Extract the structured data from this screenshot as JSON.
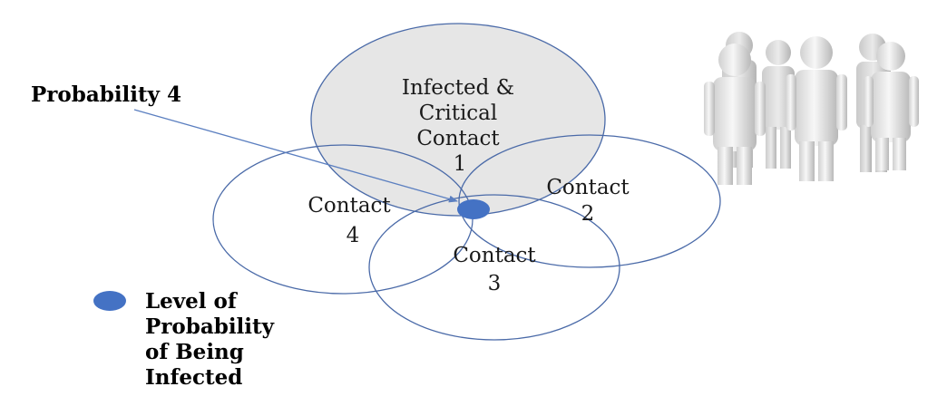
{
  "colors": {
    "circle_stroke": "#4a6aa8",
    "critical_fill": "#e6e6e6",
    "dot_fill": "#4472c4",
    "arrow": "#5b7fc0",
    "figure_light": "#f2f2f2",
    "figure_shade": "#bdbdbd"
  },
  "circles": {
    "contact1": {
      "line1": "Infected &",
      "line2": "Critical",
      "line3": "Contact",
      "line4": "1"
    },
    "contact2": {
      "line1": "Contact",
      "line2": "2"
    },
    "contact3": {
      "line1": "Contact",
      "line2": "3"
    },
    "contact4": {
      "line1": "Contact",
      "line2": "4"
    }
  },
  "pointer": {
    "label": "Probability 4"
  },
  "legend": {
    "line1": "Level of",
    "line2": "Probability",
    "line3": "of Being",
    "line4": "Infected"
  },
  "decoration": {
    "icon": "people-group-icon"
  }
}
